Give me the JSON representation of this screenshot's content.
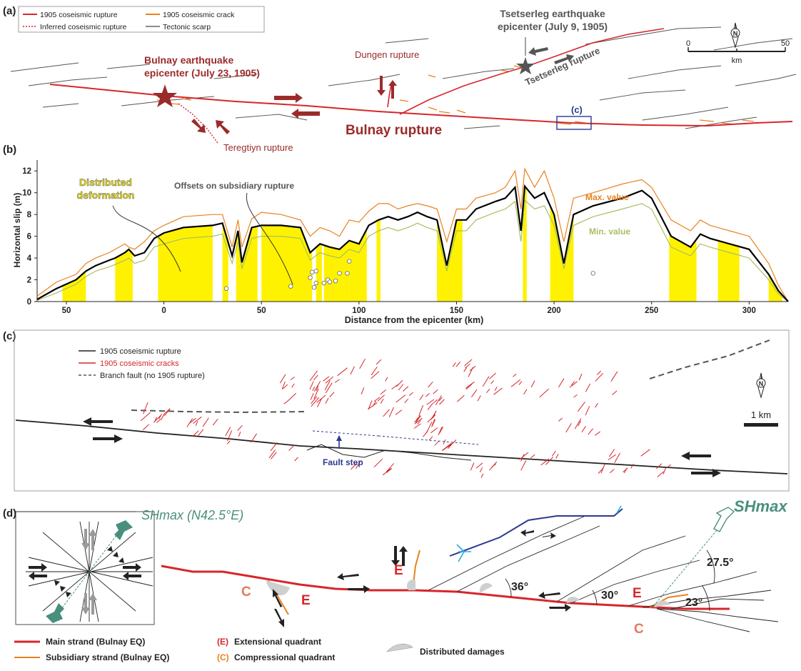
{
  "panel_labels": {
    "a": "(a)",
    "b": "(b)",
    "c": "(c)",
    "d": "(d)"
  },
  "panel_a": {
    "legend": {
      "rupture": "1905 coseismic rupture",
      "inferred": "Inferred coseismic rupture",
      "crack": "1905 coseismic crack",
      "scarp": "Tectonic scarp"
    },
    "tsetserleg_epicenter_line1": "Tsetserleg earthquake",
    "tsetserleg_epicenter_line2": "epicenter (July 9, 1905)",
    "bulnay_epicenter_line1": "Bulnay earthquake",
    "bulnay_epicenter_line2": "epicenter (July 23, 1905)",
    "dungen": "Dungen rupture",
    "tsetserleg_rupture": "Tsetserleg rupture",
    "bulnay_rupture": "Bulnay rupture",
    "teregtiyn": "Teregtiyn rupture",
    "box_label": "(c)",
    "scale": {
      "start": "0",
      "end": "50",
      "unit": "km"
    },
    "north": "N"
  },
  "chart_data": {
    "type": "line",
    "ylabel": "Horizontal slip (m)",
    "xlabel": "Distance from the epicenter (km)",
    "xlim": [
      -65,
      320
    ],
    "ylim": [
      0,
      13
    ],
    "x_ticks": [
      -50,
      0,
      50,
      100,
      150,
      200,
      250,
      300
    ],
    "x_tick_labels": [
      "50",
      "0",
      "50",
      "100",
      "150",
      "200",
      "250",
      "300"
    ],
    "y_ticks": [
      0,
      2,
      4,
      6,
      8,
      10,
      12
    ],
    "series": [
      {
        "name": "Max. value",
        "color": "#e8821e",
        "x": [
          -65,
          -55,
          -45,
          -40,
          -35,
          -28,
          -25,
          -20,
          -18,
          -15,
          -10,
          -5,
          0,
          10,
          25,
          30,
          35,
          38,
          40,
          45,
          50,
          60,
          70,
          75,
          80,
          85,
          90,
          95,
          100,
          105,
          110,
          115,
          120,
          125,
          130,
          135,
          140,
          145,
          150,
          155,
          160,
          170,
          175,
          180,
          183,
          185,
          190,
          195,
          200,
          205,
          210,
          220,
          235,
          245,
          250,
          260,
          270,
          275,
          280,
          290,
          300,
          310,
          315,
          320
        ],
        "y": [
          0.5,
          1.8,
          2.5,
          3.5,
          4.0,
          4.5,
          4.8,
          5.3,
          5.0,
          4.8,
          5.5,
          6.5,
          7.0,
          7.8,
          8.0,
          8.0,
          5.0,
          7.5,
          5.0,
          7.6,
          8.2,
          8.0,
          7.5,
          6.0,
          6.8,
          6.5,
          6.0,
          7.5,
          7.3,
          8.3,
          9.0,
          9.0,
          8.5,
          8.8,
          9.0,
          8.8,
          8.5,
          5.5,
          8.5,
          8.5,
          9.5,
          10.0,
          10.5,
          12.0,
          8.5,
          12.2,
          10.5,
          12.0,
          9.5,
          5.5,
          9.5,
          10.0,
          10.8,
          11.2,
          10.5,
          7.5,
          6.5,
          7.5,
          7.0,
          6.5,
          6.0,
          3.5,
          1.5,
          0.0
        ]
      },
      {
        "name": "",
        "color": "#000000",
        "x": [
          -65,
          -55,
          -45,
          -40,
          -35,
          -28,
          -25,
          -20,
          -18,
          -15,
          -10,
          -5,
          0,
          10,
          25,
          30,
          35,
          38,
          40,
          45,
          50,
          60,
          70,
          75,
          80,
          85,
          90,
          95,
          100,
          105,
          110,
          115,
          120,
          125,
          130,
          135,
          140,
          145,
          150,
          155,
          160,
          170,
          175,
          180,
          183,
          185,
          190,
          195,
          200,
          205,
          210,
          220,
          235,
          245,
          250,
          260,
          270,
          275,
          280,
          290,
          300,
          310,
          315,
          320
        ],
        "y": [
          0.2,
          1.2,
          2.0,
          2.8,
          3.3,
          3.8,
          4.0,
          4.5,
          4.8,
          4.2,
          4.5,
          5.8,
          6.3,
          6.8,
          7.0,
          7.2,
          4.2,
          6.5,
          3.6,
          6.8,
          7.0,
          7.0,
          6.8,
          4.5,
          5.3,
          5.0,
          4.8,
          5.6,
          5.3,
          7.0,
          7.5,
          7.8,
          7.5,
          7.8,
          8.2,
          7.8,
          7.5,
          3.3,
          7.5,
          7.5,
          8.5,
          9.2,
          9.5,
          10.5,
          6.5,
          10.6,
          9.5,
          10.0,
          8.0,
          3.5,
          8.0,
          8.8,
          9.5,
          10.2,
          9.5,
          6.0,
          5.0,
          6.2,
          5.8,
          5.3,
          4.8,
          2.5,
          1.0,
          0.0
        ]
      },
      {
        "name": "Min. value",
        "color": "#a9bf62",
        "x": [
          -65,
          -55,
          -45,
          -40,
          -35,
          -28,
          -25,
          -20,
          -18,
          -15,
          -10,
          -5,
          0,
          10,
          25,
          30,
          35,
          38,
          40,
          45,
          50,
          60,
          70,
          75,
          80,
          85,
          90,
          95,
          100,
          105,
          110,
          115,
          120,
          125,
          130,
          135,
          140,
          145,
          150,
          155,
          160,
          170,
          175,
          180,
          183,
          185,
          190,
          195,
          200,
          205,
          210,
          220,
          235,
          245,
          250,
          260,
          270,
          275,
          280,
          290,
          300,
          310,
          315,
          320
        ],
        "y": [
          0.1,
          0.8,
          1.6,
          2.3,
          2.8,
          3.2,
          3.4,
          3.8,
          4.0,
          3.5,
          3.8,
          5.0,
          5.3,
          5.8,
          6.0,
          6.2,
          3.5,
          5.5,
          3.0,
          5.8,
          6.0,
          6.0,
          5.8,
          3.8,
          4.5,
          4.2,
          4.0,
          4.8,
          4.5,
          6.0,
          6.5,
          6.8,
          6.5,
          6.8,
          7.2,
          6.8,
          6.5,
          2.8,
          6.5,
          6.5,
          7.5,
          8.2,
          8.5,
          9.2,
          5.5,
          9.3,
          8.5,
          8.8,
          7.0,
          3.0,
          7.0,
          7.8,
          8.5,
          9.0,
          8.5,
          5.0,
          4.2,
          5.3,
          5.0,
          4.5,
          4.0,
          2.0,
          0.7,
          0.0
        ]
      }
    ],
    "distributed_zones": [
      [
        -52,
        -40
      ],
      [
        -25,
        -16
      ],
      [
        -3,
        25
      ],
      [
        30,
        33
      ],
      [
        37,
        48
      ],
      [
        50,
        76
      ],
      [
        78,
        81
      ],
      [
        82,
        95
      ],
      [
        95,
        104
      ],
      [
        109,
        111
      ],
      [
        140,
        153
      ],
      [
        184,
        186
      ],
      [
        198,
        210
      ],
      [
        259,
        273
      ],
      [
        284,
        290
      ],
      [
        290,
        295
      ],
      [
        310,
        317
      ]
    ],
    "subsidiary_points": [
      [
        32,
        1.2
      ],
      [
        65,
        1.4
      ],
      [
        75,
        2.2
      ],
      [
        76,
        2.7
      ],
      [
        77,
        1.3
      ],
      [
        78,
        1.7
      ],
      [
        78,
        2.8
      ],
      [
        82,
        1.7
      ],
      [
        84,
        2.0
      ],
      [
        85,
        1.8
      ],
      [
        88,
        1.9
      ],
      [
        90,
        2.6
      ],
      [
        94,
        2.6
      ],
      [
        95,
        3.7
      ],
      [
        220,
        2.6
      ]
    ],
    "annotations": {
      "distributed_line1": "Distributed",
      "distributed_line2": "deformation",
      "offsets": "Offsets on subsidiary rupture",
      "max_label": "Max. value",
      "min_label": "Min. value"
    }
  },
  "panel_c": {
    "legend": {
      "rupture": "1905 coseismic rupture",
      "cracks": "1905 coseismic cracks",
      "branch": "Branch fault (no 1905 rupture)"
    },
    "fault_step": "Fault step",
    "scale": "1 km",
    "north": "N"
  },
  "panel_d": {
    "shmax_title": "SHmax (N42.5°E)",
    "shmax_arrow": "SHmax",
    "angles": {
      "a36": "36°",
      "a30": "30°",
      "a27": "27.5°",
      "a23": "23°"
    },
    "quadrant_E": "E",
    "quadrant_C": "C",
    "legend": {
      "main": "Main strand (Bulnay EQ)",
      "subsidiary": "Subsidiary strand (Bulnay EQ)",
      "ext_code": "(E)",
      "ext": "Extensional quadrant",
      "comp_code": "(C)",
      "comp": "Compressional quadrant",
      "damage": "Distributed damages"
    }
  },
  "colors": {
    "rupture": "#d7262b",
    "crack": "#e8821e",
    "slip_fill": "#fff200",
    "teal": "#4a8f7d",
    "darkred": "#9b2b2b",
    "blue": "#2b3990"
  }
}
